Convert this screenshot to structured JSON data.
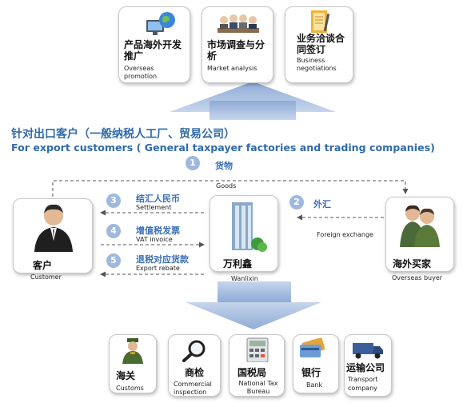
{
  "top_services": [
    {
      "zh": "产品海外开发推广",
      "en": "Overseas promotion",
      "icon": "globe-computer-icon"
    },
    {
      "zh": "市场调查与分析",
      "en": "Market analysis",
      "icon": "meeting-people-icon"
    },
    {
      "zh": "业务洽谈合同签订",
      "en": "Business negotiations",
      "icon": "notebook-pen-icon"
    }
  ],
  "headline": {
    "zh": "针对出口客户（一般纳税人工厂、贸易公司）",
    "en": "For export customers ( General taxpayer factories and trading companies)"
  },
  "flows": [
    {
      "num": "1",
      "zh": "货物",
      "en": "Goods"
    },
    {
      "num": "2",
      "zh": "外汇",
      "en": "Foreign exchange"
    },
    {
      "num": "3",
      "zh": "结汇人民币",
      "en": "Settlement"
    },
    {
      "num": "4",
      "zh": "增值税发票",
      "en": "VAT invoice"
    },
    {
      "num": "5",
      "zh": "退税对应货款",
      "en": "Export rebate"
    }
  ],
  "parties": {
    "customer": {
      "zh": "客户",
      "en": "Customer",
      "icon": "businessman-icon"
    },
    "company": {
      "zh": "万利鑫",
      "en": "Wanlixin",
      "icon": "office-building-icon"
    },
    "buyer": {
      "zh": "海外买家",
      "en": "Overseas buyer",
      "icon": "business-people-icon"
    }
  },
  "agencies": [
    {
      "zh": "海关",
      "en": "Customs",
      "icon": "customs-officer-icon"
    },
    {
      "zh": "商检",
      "en": "Commercial inspection",
      "icon": "magnifier-icon"
    },
    {
      "zh": "国税局",
      "en": "National Tax Bureau",
      "icon": "calculator-icon"
    },
    {
      "zh": "银行",
      "en": "Bank",
      "icon": "bank-card-icon"
    },
    {
      "zh": "运输公司",
      "en": "Transport company",
      "icon": "truck-icon"
    }
  ],
  "colors": {
    "accent": "#2f6aa8",
    "step_circle": "#9fb8dd",
    "big_arrow": "#a8bfe0"
  }
}
